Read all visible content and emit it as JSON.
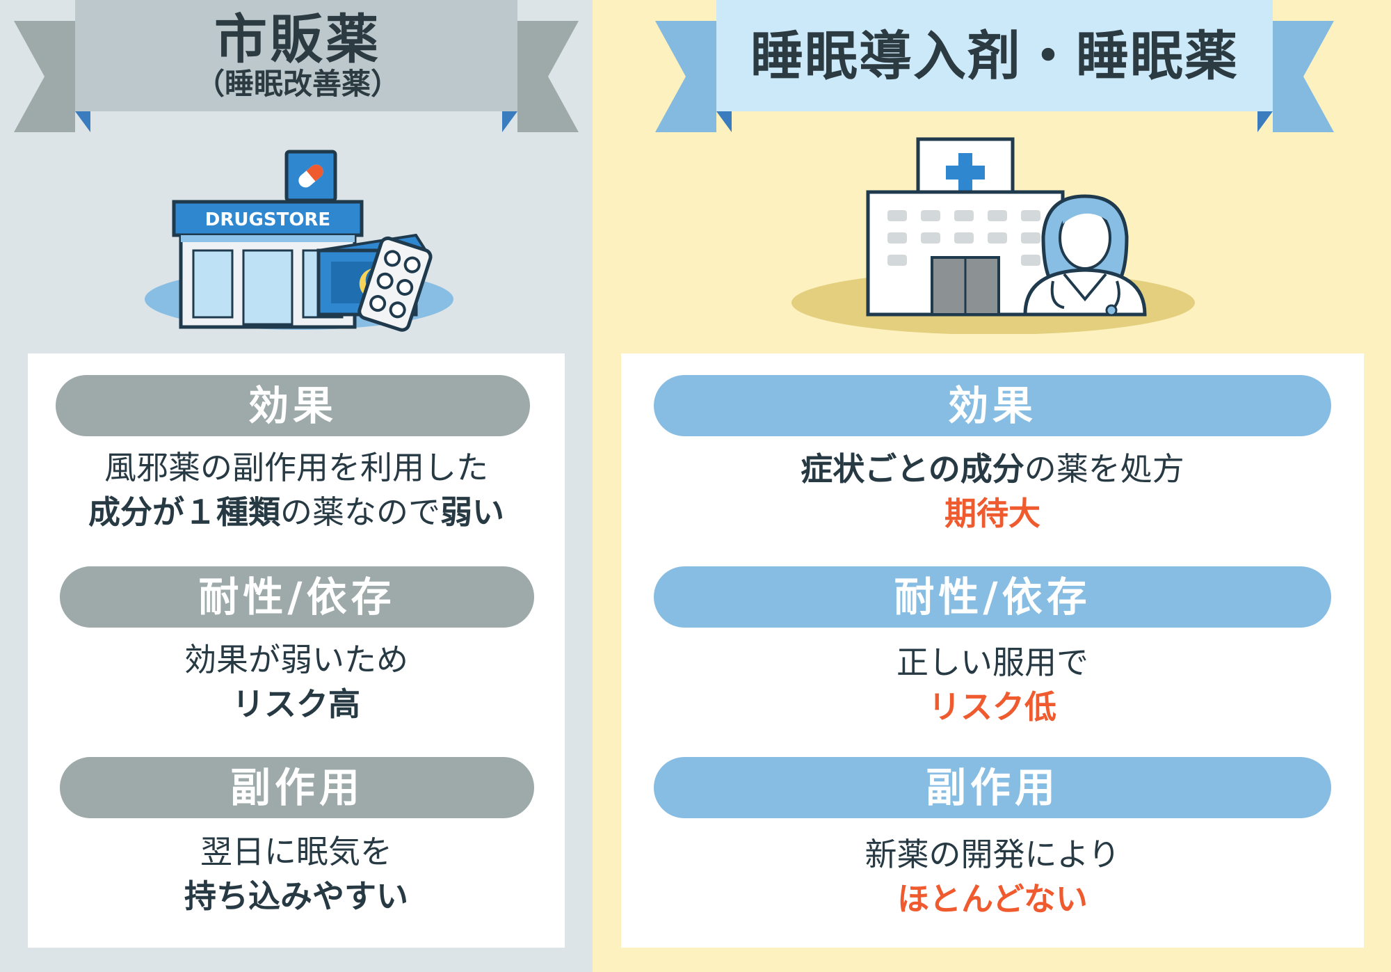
{
  "left": {
    "title": "市販薬",
    "subtitle": "（睡眠改善薬）",
    "store_sign": "DRUGSTORE",
    "sections": [
      {
        "label": "効果",
        "line1": [
          {
            "text": "風邪薬の副作用を利用した",
            "style": "normal"
          }
        ],
        "line2": [
          {
            "text": "成分が１種類",
            "style": "bold"
          },
          {
            "text": "の薬なので",
            "style": "normal"
          },
          {
            "text": "弱い",
            "style": "bold"
          }
        ]
      },
      {
        "label": "耐性/依存",
        "line1": [
          {
            "text": "効果が弱いため",
            "style": "normal"
          }
        ],
        "line2": [
          {
            "text": "リスク高",
            "style": "bold"
          }
        ]
      },
      {
        "label": "副作用",
        "line1": [
          {
            "text": "翌日に眠気を",
            "style": "normal"
          }
        ],
        "line2": [
          {
            "text": "持ち込みやすい",
            "style": "bold"
          }
        ]
      }
    ]
  },
  "right": {
    "title": "睡眠導入剤・睡眠薬",
    "sections": [
      {
        "label": "効果",
        "line1": [
          {
            "text": "症状ごとの成分",
            "style": "bold"
          },
          {
            "text": "の薬を処方",
            "style": "normal"
          }
        ],
        "line2": [
          {
            "text": "期待大",
            "style": "accent"
          }
        ]
      },
      {
        "label": "耐性/依存",
        "line1": [
          {
            "text": "正しい服用で",
            "style": "normal"
          }
        ],
        "line2": [
          {
            "text": "リスク低",
            "style": "accent"
          }
        ]
      },
      {
        "label": "副作用",
        "line1": [
          {
            "text": "新薬の開発により",
            "style": "normal"
          }
        ],
        "line2": [
          {
            "text": "ほとんどない",
            "style": "accent"
          }
        ]
      }
    ]
  },
  "colors": {
    "left_bg": "#dde4e7",
    "right_bg": "#fdf2bf",
    "left_pill": "#9ea9aa",
    "right_pill": "#87bde3",
    "accent": "#ef5b2e",
    "text": "#273a44"
  },
  "icons": {
    "left_illustration": "drugstore-with-sleep-medicine-icon",
    "right_illustration": "hospital-with-doctor-icon"
  }
}
